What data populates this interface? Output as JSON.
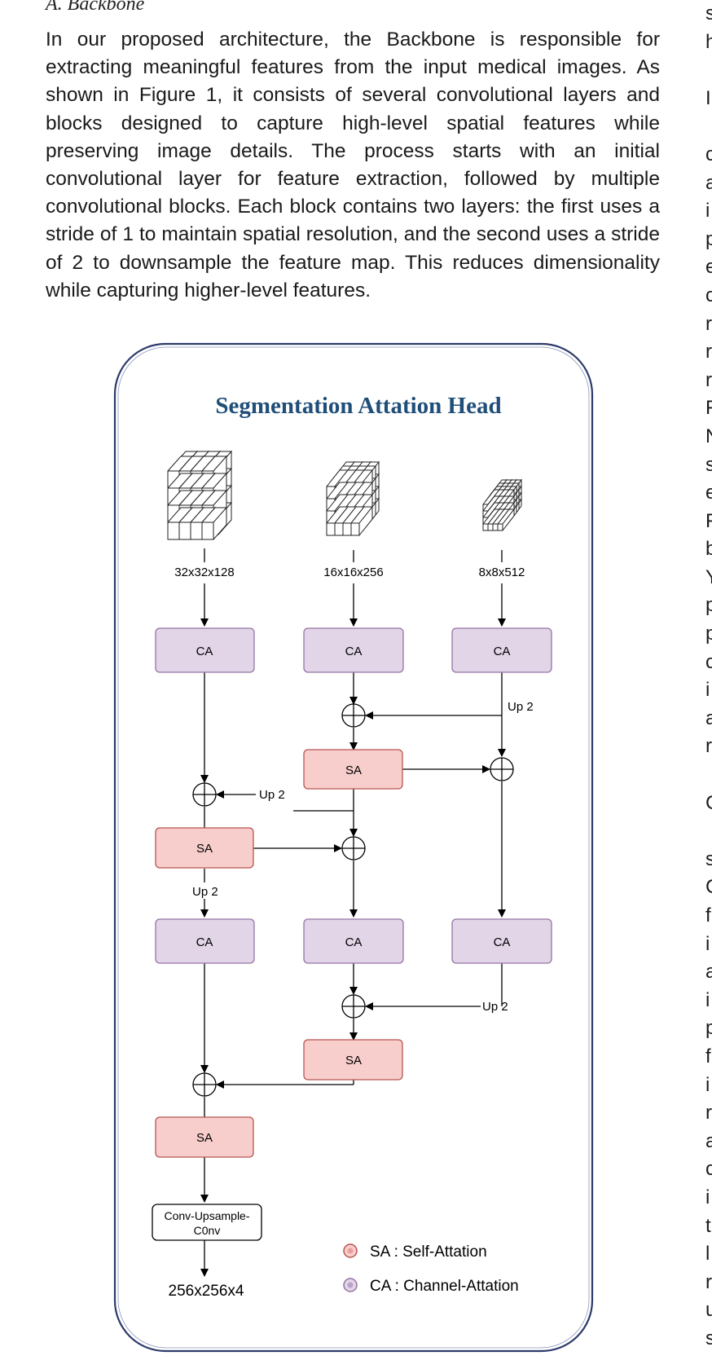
{
  "section_heading": "A.   Backbone",
  "paragraph": "In our proposed architecture, the Backbone is responsible for extracting meaningful features from the input medical images. As shown in Figure 1, it consists of several convolutional layers and blocks designed to capture high-level spatial features while preserving image details. The process starts with an initial convolutional layer for feature extraction, followed by multiple convolutional blocks. Each block contains two layers: the first uses a stride of 1 to maintain spatial resolution, and the second uses a stride of 2 to downsample the feature map. This reduces dimensionality while capturing higher-level features.",
  "right_column_fragments": [
    "s",
    "h",
    "",
    "I",
    "",
    "c",
    "a",
    "i",
    "p",
    "e",
    "c",
    "r",
    "r",
    "r",
    "F",
    "N",
    "s",
    "e",
    "F",
    "b",
    "Y",
    "p",
    "p",
    "c",
    "i",
    "a",
    "r",
    "",
    "C",
    "",
    "s",
    "C",
    "f",
    "i",
    "a",
    "i",
    "p",
    "f",
    "i",
    "r",
    "a",
    "c",
    "i",
    "t",
    "l",
    "r",
    "u",
    "s"
  ],
  "figure": {
    "title": "Segmentation Attation Head",
    "inputs": [
      "32x32x128",
      "16x16x256",
      "8x8x512"
    ],
    "ca_label": "CA",
    "sa_label": "SA",
    "up_label": "Up 2",
    "conv_label_line1": "Conv-Upsample-",
    "conv_label_line2": "C0nv",
    "output_label": "256x256x4",
    "legend_sa": "SA : Self-Attation",
    "legend_ca": "CA : Channel-Attation",
    "colors": {
      "ca_fill": "#e1d5e7",
      "ca_stroke": "#9673a6",
      "sa_fill": "#f8cecc",
      "sa_stroke": "#b85450",
      "title": "#1f4e79"
    }
  }
}
